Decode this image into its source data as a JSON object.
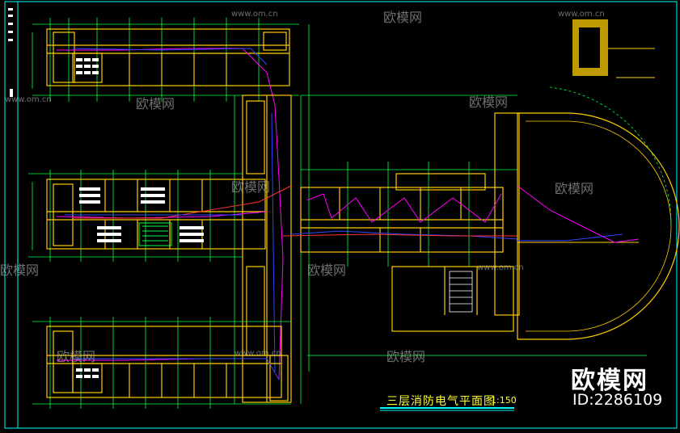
{
  "drawing": {
    "title": "三层消防电气平面图",
    "scale": "1:150"
  },
  "watermark": {
    "brand": "欧模网",
    "site": "www.om.cn",
    "id_label": "ID:2286109"
  },
  "colors": {
    "background": "#000000",
    "wall": "#ffcc00",
    "axis": "#00ff44",
    "wiring": "#ff00ff",
    "cable": "#3344ff",
    "riser": "#ff3333",
    "frame": "#00ffff"
  }
}
